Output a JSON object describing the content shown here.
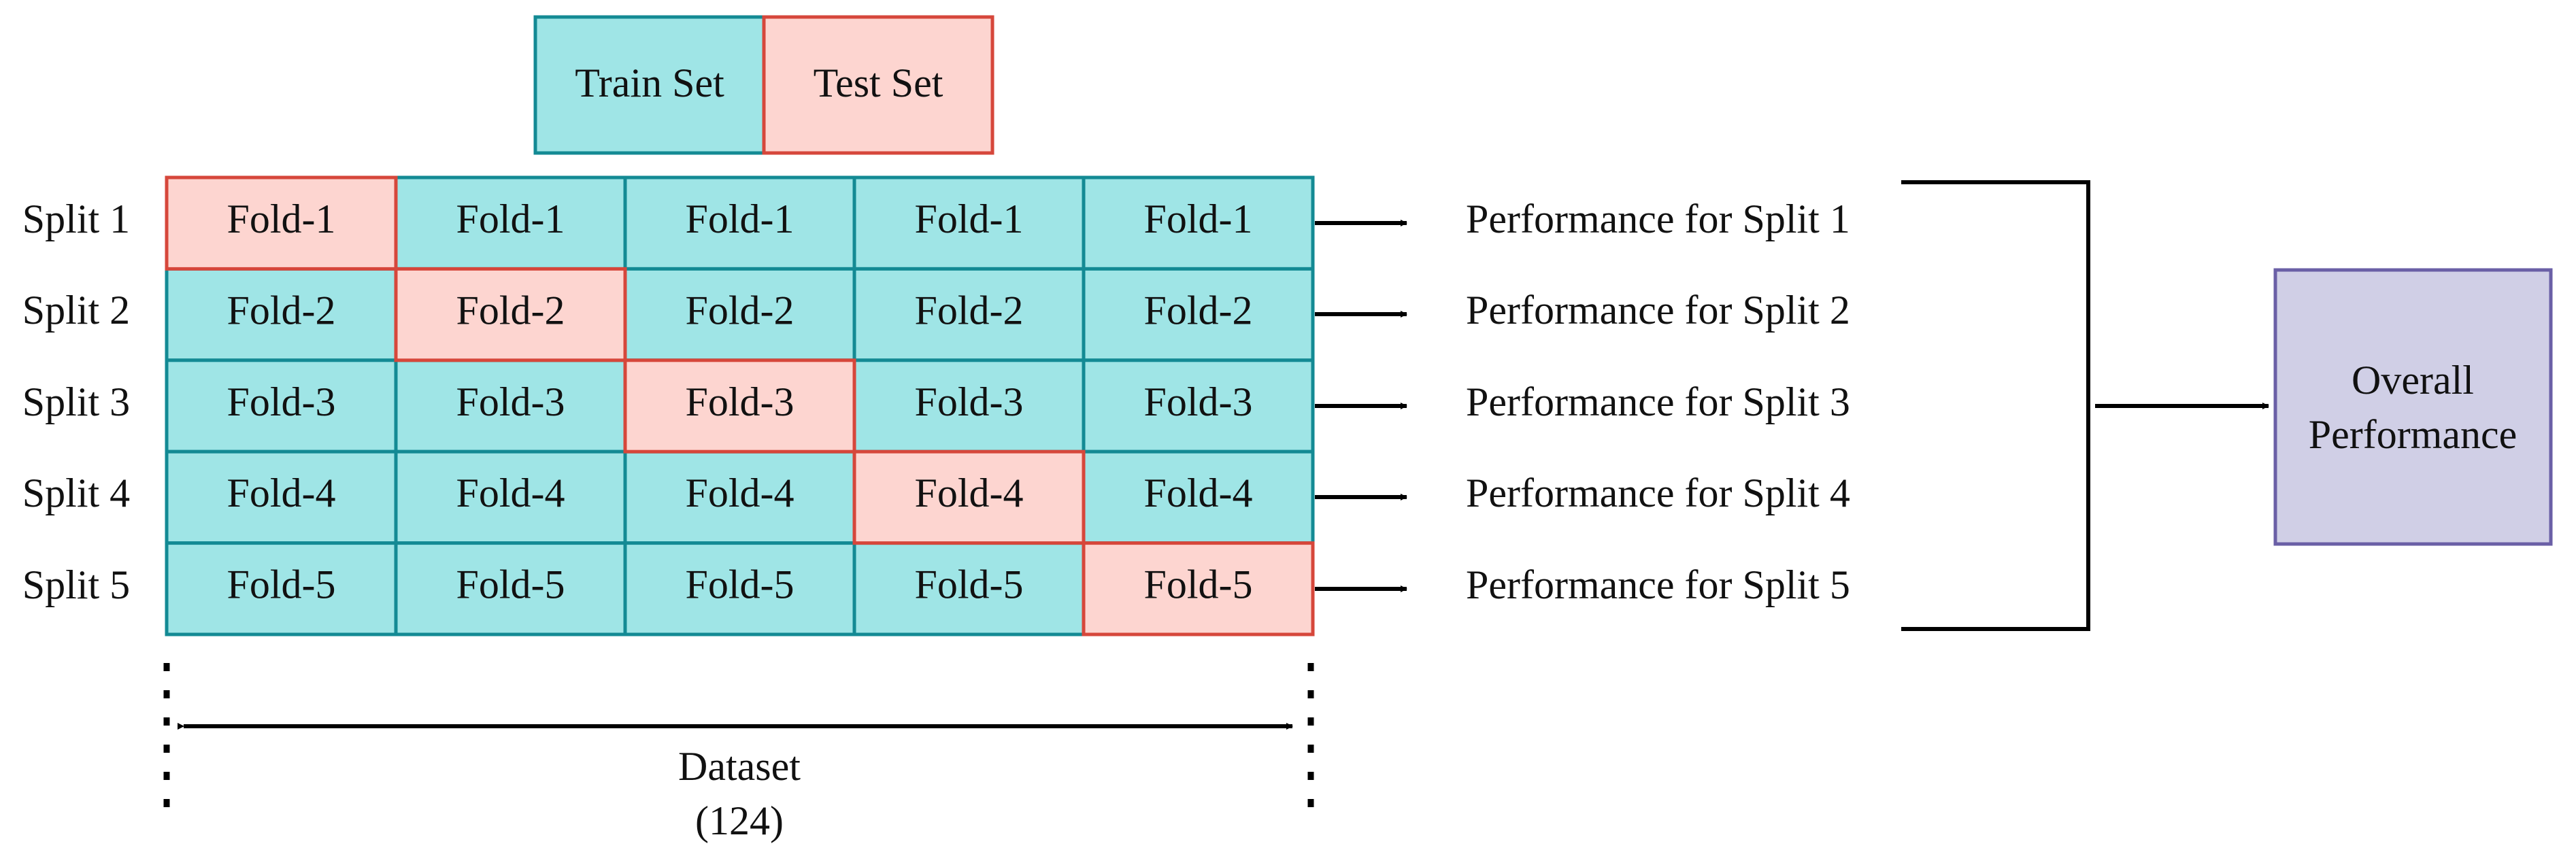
{
  "legend": {
    "train_label": "Train Set",
    "test_label": "Test Set"
  },
  "colors": {
    "train_fill": "#9fe5e6",
    "train_stroke": "#138a94",
    "test_fill": "#fdd5d0",
    "test_stroke": "#d6473b",
    "overall_fill": "#d0cfe6",
    "overall_stroke": "#6a5fa6",
    "line": "#000000"
  },
  "splits": [
    {
      "label": "Split 1",
      "folds": [
        "Fold-1",
        "Fold-1",
        "Fold-1",
        "Fold-1",
        "Fold-1"
      ],
      "test_index": 0,
      "performance": "Performance for Split 1"
    },
    {
      "label": "Split 2",
      "folds": [
        "Fold-2",
        "Fold-2",
        "Fold-2",
        "Fold-2",
        "Fold-2"
      ],
      "test_index": 1,
      "performance": "Performance for Split 2"
    },
    {
      "label": "Split 3",
      "folds": [
        "Fold-3",
        "Fold-3",
        "Fold-3",
        "Fold-3",
        "Fold-3"
      ],
      "test_index": 2,
      "performance": "Performance for Split 3"
    },
    {
      "label": "Split 4",
      "folds": [
        "Fold-4",
        "Fold-4",
        "Fold-4",
        "Fold-4",
        "Fold-4"
      ],
      "test_index": 3,
      "performance": "Performance for Split 4"
    },
    {
      "label": "Split 5",
      "folds": [
        "Fold-5",
        "Fold-5",
        "Fold-5",
        "Fold-5",
        "Fold-5"
      ],
      "test_index": 4,
      "performance": "Performance for Split 5"
    }
  ],
  "overall": {
    "line1": "Overall",
    "line2": "Performance"
  },
  "dataset": {
    "label": "Dataset",
    "count": "(124)"
  }
}
